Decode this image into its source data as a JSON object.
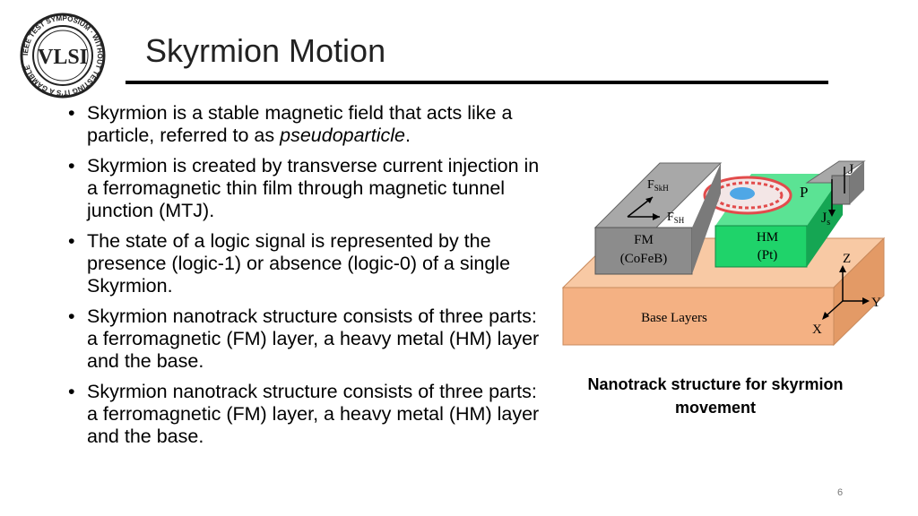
{
  "logo": {
    "ring_text": "IEEE TEST SYMPOSIUM · WITHOUT TESTING IT'S A GAMBLE",
    "center_text": "VLSI"
  },
  "slide": {
    "title": "Skyrmion Motion",
    "bullets": [
      {
        "text": "Skyrmion is a stable magnetic field that acts like a particle, referred to as ",
        "italic": "pseudoparticle",
        "suffix": "."
      },
      {
        "text": "Skyrmion is created by transverse current injection in a ferromagnetic thin film through magnetic tunnel junction (MTJ)."
      },
      {
        "text": "The state of a logic signal is represented by the presence (logic-1) or absence (logic-0) of a single Skyrmion."
      },
      {
        "text": "Skyrmion nanotrack structure consists of three parts: a ferromagnetic (FM) layer, a heavy metal (HM) layer and the base."
      },
      {
        "text": "Skyrmion nanotrack structure consists of three parts: a ferromagnetic (FM) layer, a heavy metal (HM) layer and the base."
      }
    ],
    "page_number": "6"
  },
  "figure": {
    "labels": {
      "f_skh": "F",
      "f_skh_sub": "SkH",
      "f_sh": "F",
      "f_sh_sub": "SH",
      "fm_line1": "FM",
      "fm_line2": "(CoFeB)",
      "hm_line1": "HM",
      "hm_line2": "(Pt)",
      "p": "P",
      "js": "J",
      "js_sub": "s",
      "j": "J",
      "base": "Base Layers",
      "axis_z": "Z",
      "axis_y": "Y",
      "axis_x": "X"
    },
    "colors": {
      "base": "#f4b183",
      "hm": "#1fd36a",
      "fm": "#8c8c8c",
      "skyrmion": "#e24b4b"
    },
    "caption": "Nanotrack structure for skyrmion movement"
  }
}
